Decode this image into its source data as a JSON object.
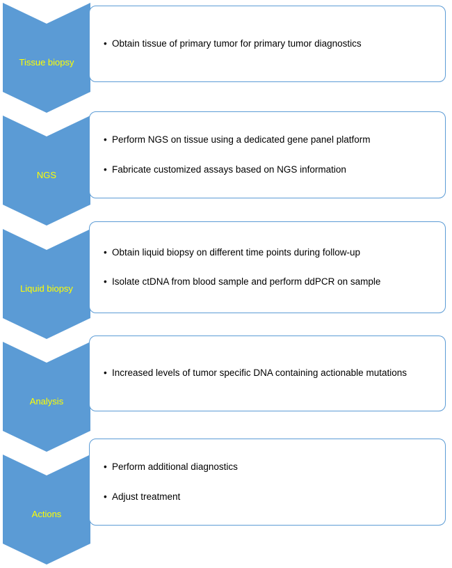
{
  "diagram": {
    "colors": {
      "chevron": "#5B9BD5",
      "label": "#FFFF00",
      "box_border": "#5B9BD5",
      "text": "#000000",
      "background": "#FFFFFF"
    },
    "steps": [
      {
        "label": "Tissue biopsy",
        "bullets": [
          "Obtain tissue of primary tumor for primary tumor diagnostics"
        ]
      },
      {
        "label": "NGS",
        "bullets": [
          "Perform NGS on tissue using a dedicated gene panel platform",
          "Fabricate customized assays based on NGS information"
        ]
      },
      {
        "label": "Liquid biopsy",
        "bullets": [
          "Obtain liquid biopsy on different time points during follow-up",
          "Isolate ctDNA from blood sample and perform ddPCR on sample"
        ]
      },
      {
        "label": "Analysis",
        "bullets": [
          "Increased levels of tumor specific DNA containing actionable mutations"
        ]
      },
      {
        "label": "Actions",
        "bullets": [
          "Perform additional diagnostics",
          "Adjust treatment"
        ]
      }
    ]
  }
}
